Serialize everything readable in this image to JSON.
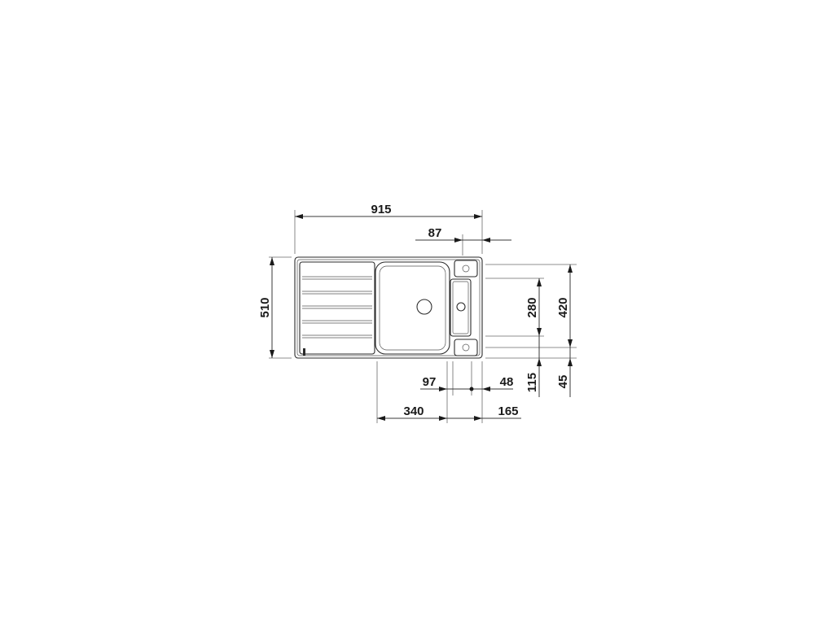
{
  "dimensions": {
    "overall_width": "915",
    "offset_top": "87",
    "overall_depth": "510",
    "bowl_depth": "280",
    "cutout_depth": "420",
    "offset_115": "115",
    "offset_45": "45",
    "bowl_width": "340",
    "offset_165": "165",
    "waste_97": "97",
    "waste_48": "48"
  },
  "colors": {
    "line": "#3a3a3a",
    "text": "#1a1a1a"
  }
}
